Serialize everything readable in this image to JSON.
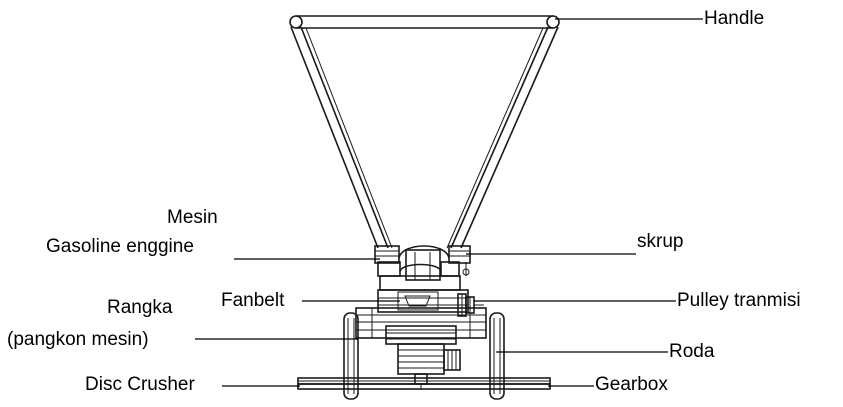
{
  "labels": {
    "handle": "Handle",
    "mesin": "Mesin",
    "gasoline": "Gasoline enggine",
    "skrup": "skrup",
    "fanbelt": "Fanbelt",
    "pulley": "Pulley tranmisi",
    "rangka": "Rangka",
    "pangkon": "(pangkon mesin)",
    "roda": "Roda",
    "disc": "Disc Crusher",
    "gearbox": "Gearbox"
  }
}
